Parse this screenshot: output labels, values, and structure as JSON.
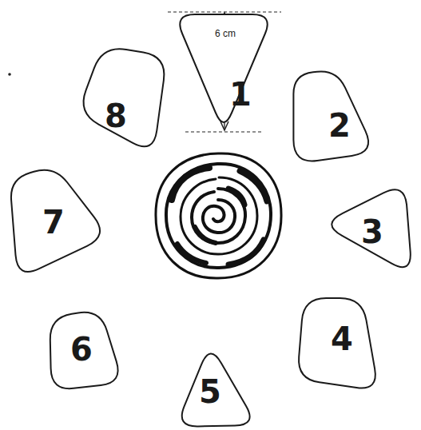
{
  "diagram": {
    "nodes": [
      {
        "text": [
          "1"
        ]
      },
      {
        "text": [
          "2"
        ]
      },
      {
        "text": [
          "3"
        ]
      },
      {
        "text": [
          "4"
        ]
      },
      {
        "text": [
          "5"
        ]
      },
      {
        "text": [
          "6"
        ]
      },
      {
        "text": [
          "7"
        ]
      },
      {
        "text": [
          "8"
        ]
      }
    ],
    "labels": [
      "6 cm"
    ]
  }
}
